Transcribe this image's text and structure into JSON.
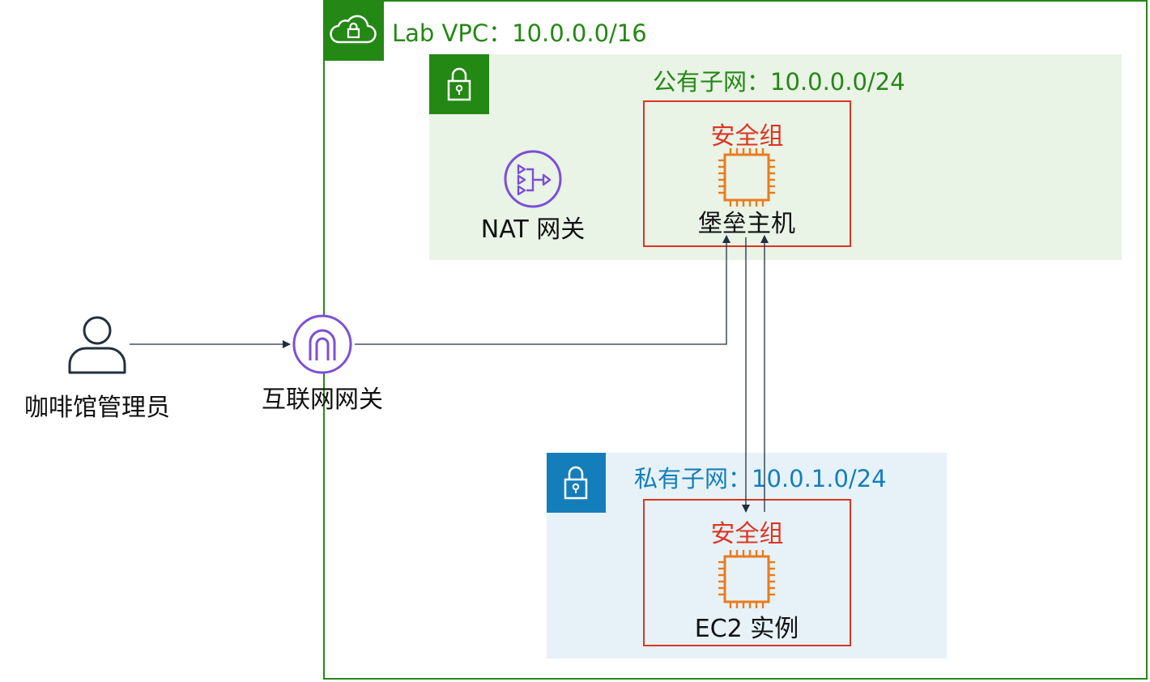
{
  "vpc": {
    "label": "Lab VPC：10.0.0.0/16",
    "color": "#248814"
  },
  "public_subnet": {
    "label": "公有子网：10.0.0.0/24",
    "color": "#248814",
    "background": "#e9f3e6"
  },
  "private_subnet": {
    "label": "私有子网：10.0.1.0/24",
    "color": "#147eba",
    "background": "#e6f2f8"
  },
  "security_group_label": "安全组",
  "security_group_color": "#dd3522",
  "nodes": {
    "admin": "咖啡馆管理员",
    "igw": "互联网网关",
    "nat": "NAT 网关",
    "bastion": "堡垒主机",
    "ec2": "EC2 实例"
  },
  "icons": {
    "vpc": "cloud-lock-icon",
    "public_subnet": "lock-icon",
    "private_subnet": "lock-icon",
    "nat": "nat-gateway-icon",
    "igw": "internet-gateway-icon",
    "admin": "user-icon",
    "bastion": "ec2-chip-icon",
    "ec2": "ec2-chip-icon"
  },
  "accent_purple": "#7d4fd6",
  "accent_orange": "#ea7b1c",
  "connector_color": "#232f3e"
}
